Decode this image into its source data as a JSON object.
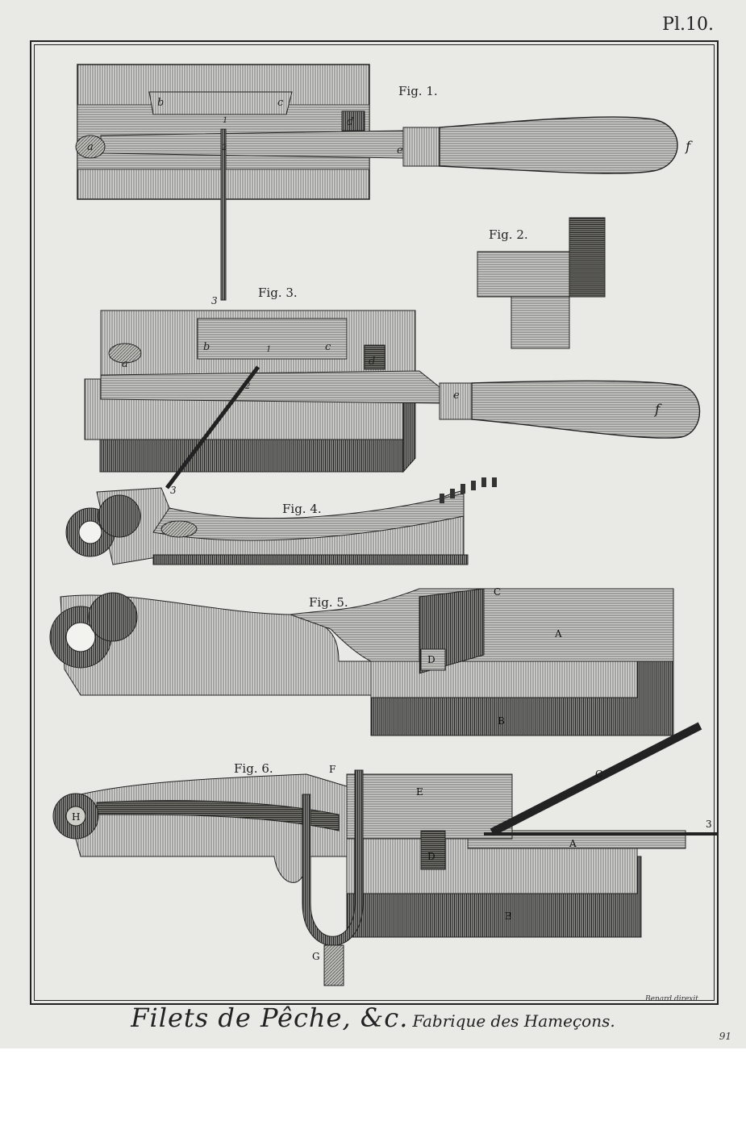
{
  "plate": {
    "number": "Pl.10.",
    "engraver": "Benard direxit",
    "title_main": "Filets de Pêche, &c.",
    "title_sub": "Fabrique des Hameçons.",
    "page_number": "91"
  },
  "figures": [
    {
      "caption": "Fig. 1.",
      "labels": [
        "a",
        "b",
        "c",
        "d",
        "e",
        "f",
        "1",
        "2"
      ]
    },
    {
      "caption": "Fig. 2."
    },
    {
      "caption": "Fig. 3.",
      "labels": [
        "a",
        "b",
        "c",
        "d",
        "e",
        "f",
        "1",
        "2",
        "3"
      ]
    },
    {
      "caption": "Fig. 4."
    },
    {
      "caption": "Fig. 5.",
      "labels": [
        "A",
        "B",
        "C",
        "D"
      ]
    },
    {
      "caption": "Fig. 6.",
      "labels": [
        "A",
        "B",
        "C",
        "D",
        "E",
        "F",
        "G",
        "H",
        "3"
      ]
    }
  ]
}
